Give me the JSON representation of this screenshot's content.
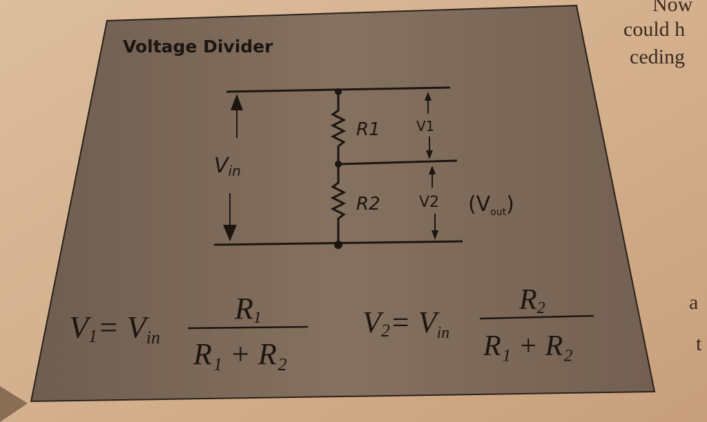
{
  "diagram": {
    "title": "Voltage Divider",
    "labels": {
      "r1": "R1",
      "r2": "R2",
      "vin": "V",
      "vin_sub": "in",
      "v1": "V1",
      "v2": "V2",
      "vout_open": "(V",
      "vout_sub": "out",
      "vout_close": ")"
    },
    "formula1": {
      "lhs": "V",
      "lhs_sub": "1",
      "eq": "= V",
      "eq_sub": "in",
      "numerator": "R",
      "numerator_sub": "1",
      "denominator": "R₁ + R₂"
    },
    "formula2": {
      "lhs": "V",
      "lhs_sub": "2",
      "eq": "= V",
      "eq_sub": "in",
      "numerator": "R",
      "numerator_sub": "2",
      "denominator": "R₁ + R₂"
    }
  },
  "page_text": {
    "line1": "Now",
    "line2": "could h",
    "line3": "ceding",
    "line4": "a",
    "line5": "t"
  },
  "colors": {
    "page": "#d4b190",
    "box": "#7b685a",
    "ink": "#1c1510"
  }
}
